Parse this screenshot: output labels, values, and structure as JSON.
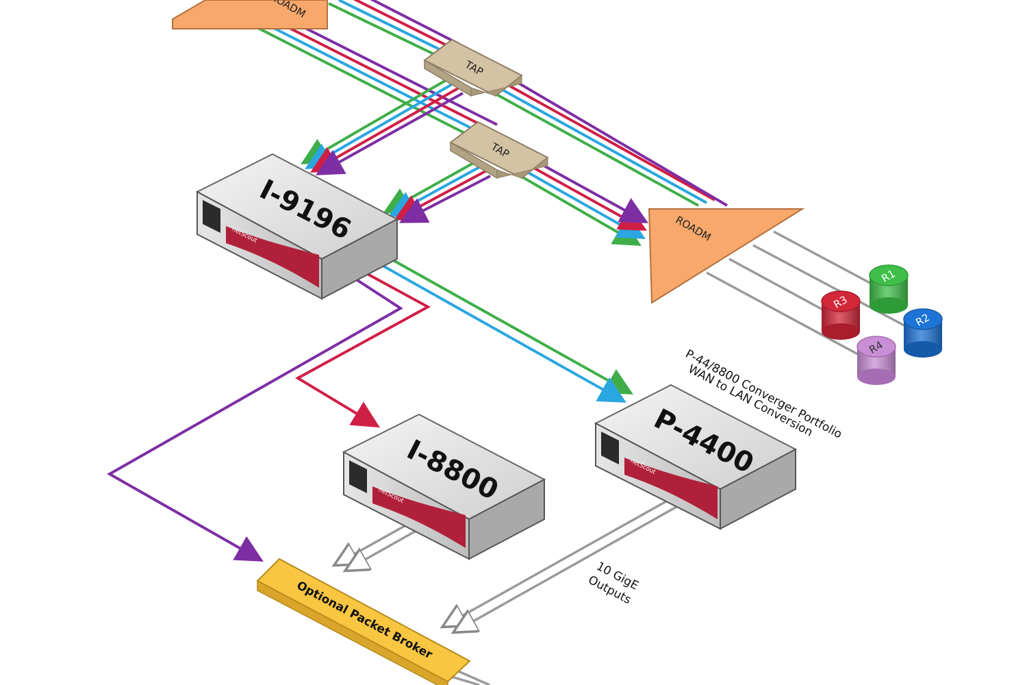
{
  "colors": {
    "green": "#3fae49",
    "blue": "#2aa6e0",
    "red": "#d01f45",
    "purple": "#7d2ea3",
    "gray": "#9a9a9a",
    "roadm_fill": "#f7a86a",
    "tap_fill": "#d3c2a3",
    "device_body": "#e3e3e3",
    "device_accent": "#b1203a",
    "broker_fill": "#f9c642"
  },
  "taps": [
    {
      "label": "TAP"
    },
    {
      "label": "TAP"
    }
  ],
  "roadms": [
    {
      "label": "ROADM"
    },
    {
      "label": "ROADM"
    }
  ],
  "devices": [
    {
      "label": "I-9196",
      "logo": "netScout"
    },
    {
      "label": "I-8800",
      "logo": "netScout"
    },
    {
      "label": "P-4400",
      "logo": "netScout"
    }
  ],
  "routers": [
    {
      "label": "R1",
      "color": "#3fbf4a"
    },
    {
      "label": "R2",
      "color": "#1e74d6"
    },
    {
      "label": "R3",
      "color": "#d3273a"
    },
    {
      "label": "R4",
      "color": "#c98fd6"
    }
  ],
  "packet_broker": {
    "label": "Optional Packet Broker"
  },
  "converger_note": {
    "line1": "P-44/8800 Converger Portfolio",
    "line2": "WAN to LAN Conversion"
  },
  "outputs_note": {
    "line1": "10 GigE",
    "line2": "Outputs"
  }
}
